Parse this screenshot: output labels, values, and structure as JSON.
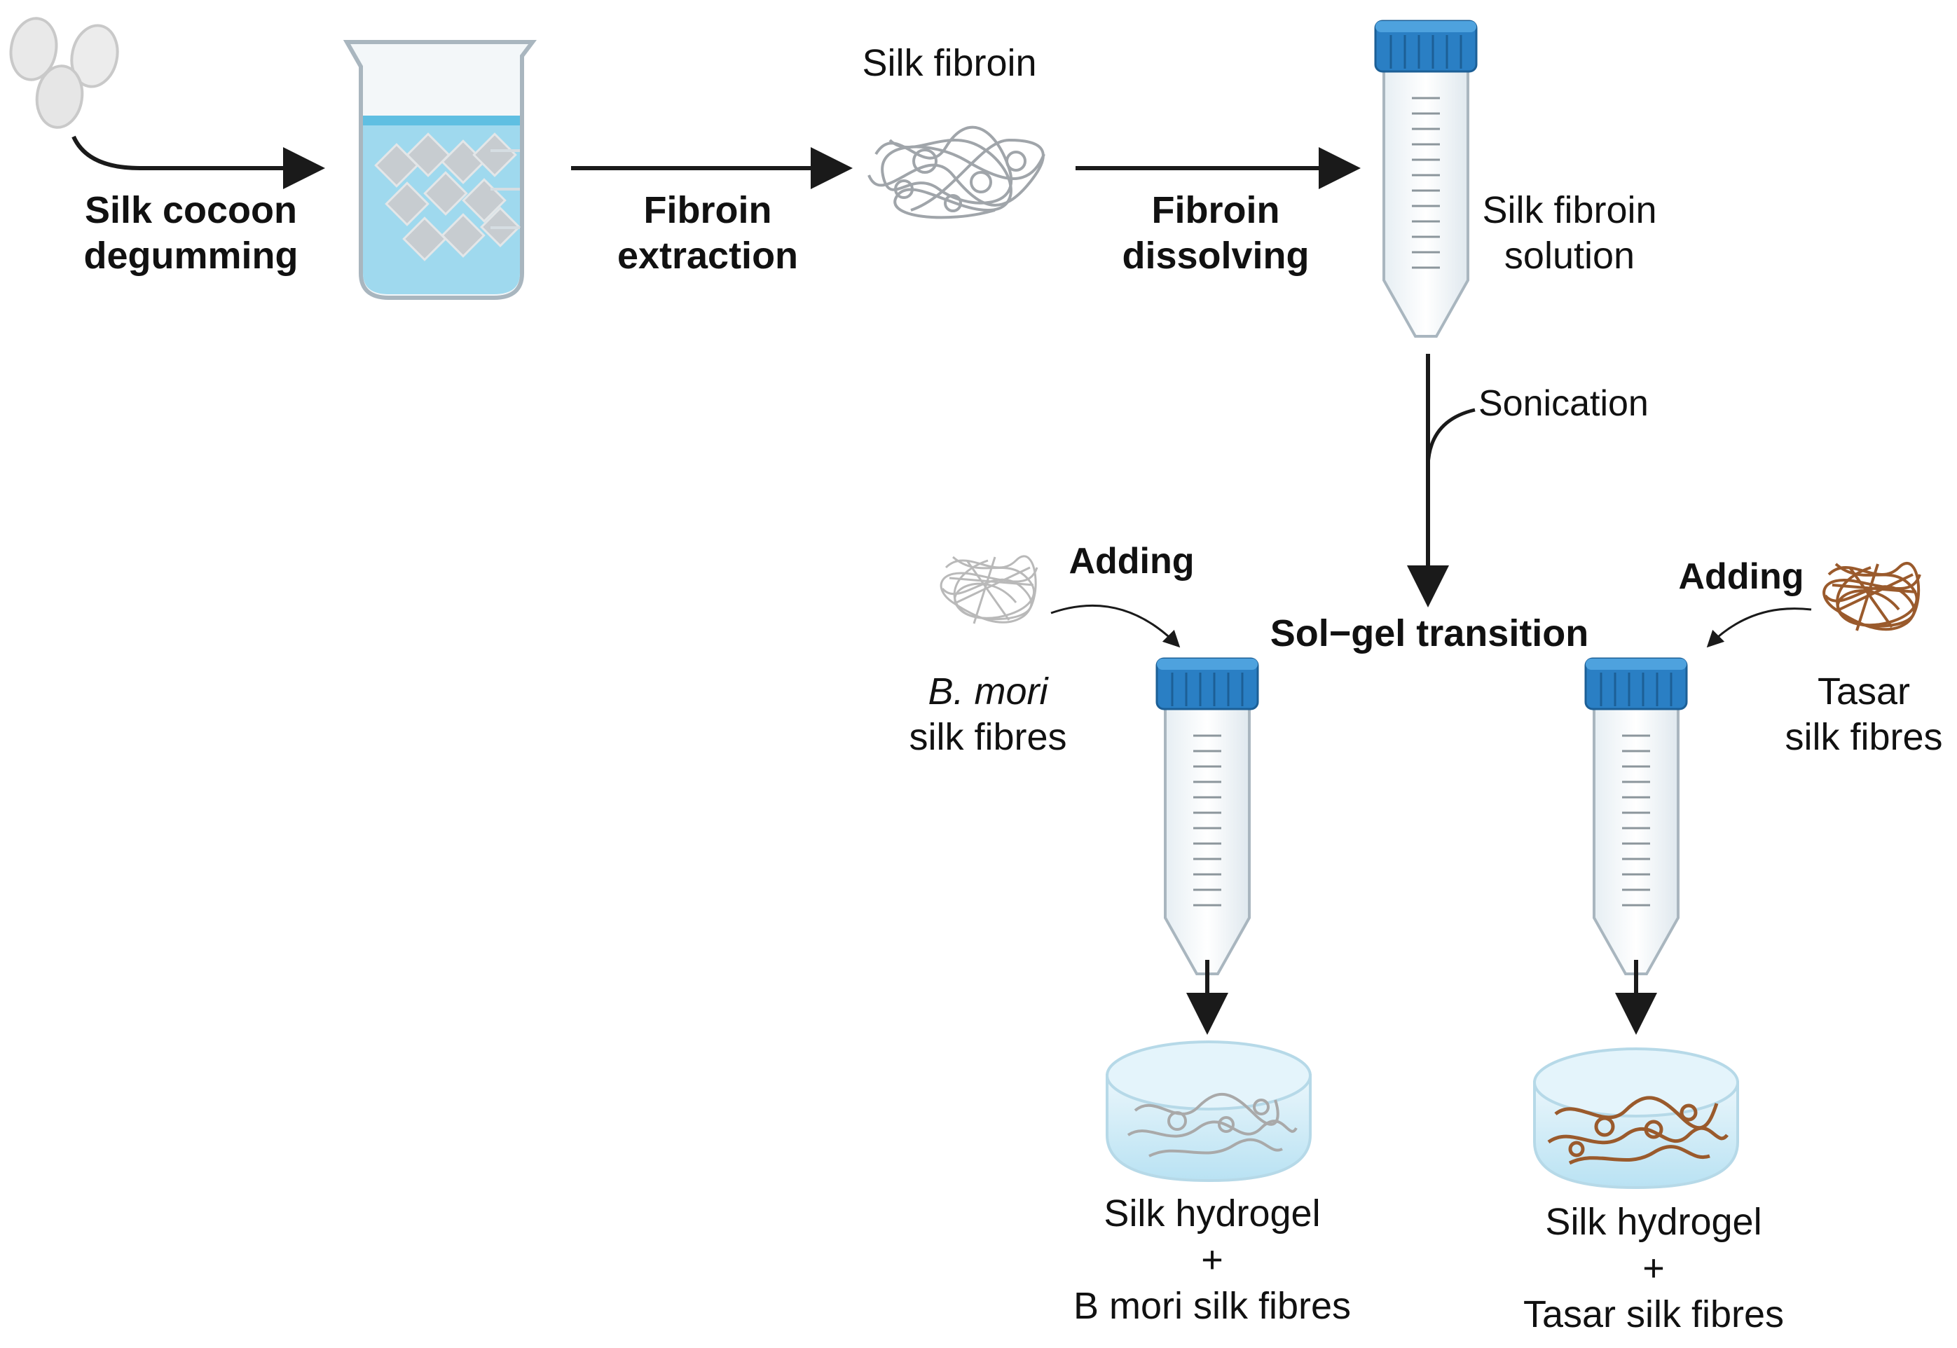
{
  "steps": {
    "degumming": "Silk cocoon\ndegumming",
    "extraction": "Fibroin\nextraction",
    "fibroin": "Silk fibroin",
    "dissolving": "Fibroin\ndissolving",
    "solution": "Silk fibroin\nsolution",
    "sonication": "Sonication",
    "solgel": "Sol−gel transition"
  },
  "additions": {
    "left_verb": "Adding",
    "left_species": "B. mori",
    "left_fibres": "silk fibres",
    "right_verb": "Adding",
    "right_fibres": "Tasar\nsilk fibres"
  },
  "results": {
    "left": "Silk hydrogel\n+\nB mori silk fibres",
    "right": "Silk hydrogel\n+\nTasar silk fibres"
  },
  "colors": {
    "arrow": "#1a1a1a",
    "water": "#8fd3ec",
    "cap": "#2a7fc4",
    "fibroin_solution": "#f1c9aa",
    "tasar_fibre": "#9a5a2c",
    "bmori_fibre": "#b9b9b9"
  }
}
